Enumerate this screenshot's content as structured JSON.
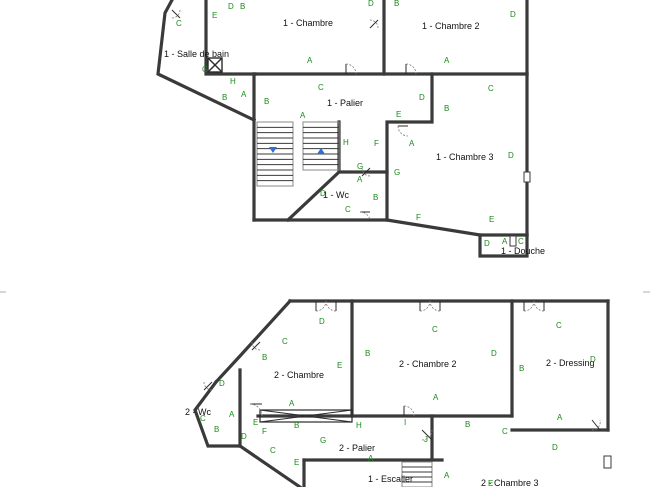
{
  "floor1": {
    "rooms": {
      "chambre": "1 - Chambre",
      "chambre2": "1 - Chambre 2",
      "salle_de_bain": "1 - Salle de bain",
      "palier": "1 - Palier",
      "chambre3": "1 - Chambre 3",
      "wc": "1 - Wc",
      "douche": "1 - Douche"
    }
  },
  "floor2": {
    "rooms": {
      "chambre": "2 - Chambre",
      "chambre2": "2 - Chambre 2",
      "dressing": "2 - Dressing",
      "wc": "2 - Wc",
      "palier": "2 - Palier",
      "escalier": "1 - Escalier",
      "chambre3": "2 - Chambre 3"
    }
  },
  "wall_letters": {
    "a": "A",
    "b": "B",
    "c": "C",
    "d": "D",
    "e": "E",
    "f": "F",
    "g": "G",
    "h": "H",
    "i": "I",
    "j": "J"
  },
  "colors": {
    "walls": "#3a3a3a",
    "letters": "#1a8a1a",
    "stair_arrow": "#2f6fd6",
    "background": "#ffffff"
  }
}
